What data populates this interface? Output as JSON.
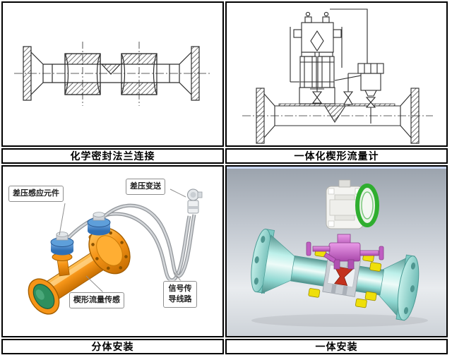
{
  "figure": {
    "top_left": {
      "caption": "化学密封法兰连接"
    },
    "top_right": {
      "caption": "一体化楔形流量计"
    },
    "bottom_left": {
      "caption": "分体安装",
      "labels": {
        "dp_sensing_element": "差压感应元件",
        "dp_transmitter": "差压变送",
        "wedge_flow_sensor": "楔形流量传感",
        "signal_line": "信号传导线路"
      },
      "colors": {
        "pipe_orange": "#F59417",
        "sensor_ring_blue": "#3F7FC1",
        "flange_face_green": "#2E8F5E",
        "tube_gray": "#C3C7CC"
      }
    },
    "bottom_right": {
      "caption": "一体安装",
      "colors": {
        "pipe_teal": "#8FD8D2",
        "manifold_magenta": "#CF6FD0",
        "bolt_yellow": "#EFDF0A",
        "wedge_red": "#C3321E",
        "sight_ring_green": "#2FAE2F",
        "transmitter_white": "#F4F4F1"
      }
    }
  }
}
